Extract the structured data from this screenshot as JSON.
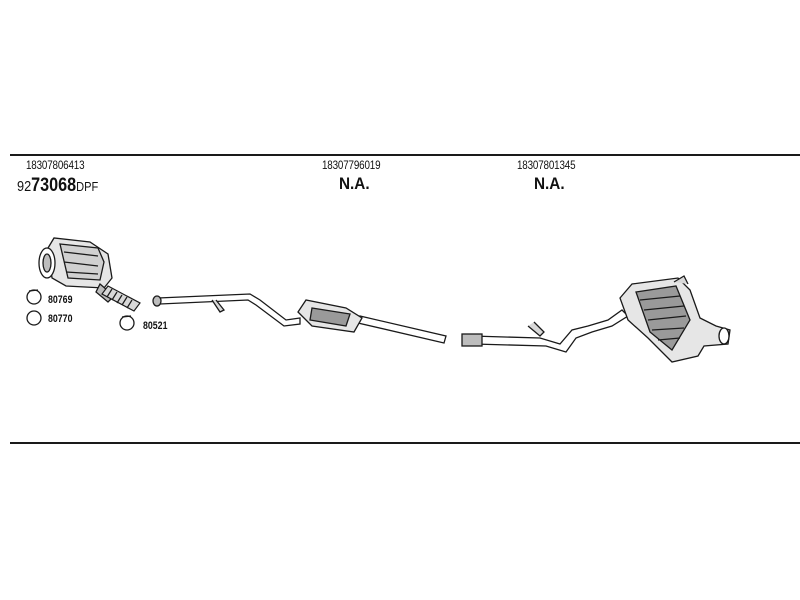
{
  "sections": [
    {
      "oe_number": "18307806413"
    },
    {
      "oe_number": "18307796019",
      "status": "N.A."
    },
    {
      "oe_number": "18307801345",
      "status": "N.A."
    }
  ],
  "main_part": {
    "prefix": "92",
    "number": "73068",
    "suffix": "DPF"
  },
  "clamps": [
    {
      "code": "80769"
    },
    {
      "code": "80770"
    },
    {
      "code": "80521"
    }
  ],
  "colors": {
    "line": "#1a1a1a",
    "part_fill": "#e6e6e6",
    "part_shade": "#9a9a9a"
  }
}
